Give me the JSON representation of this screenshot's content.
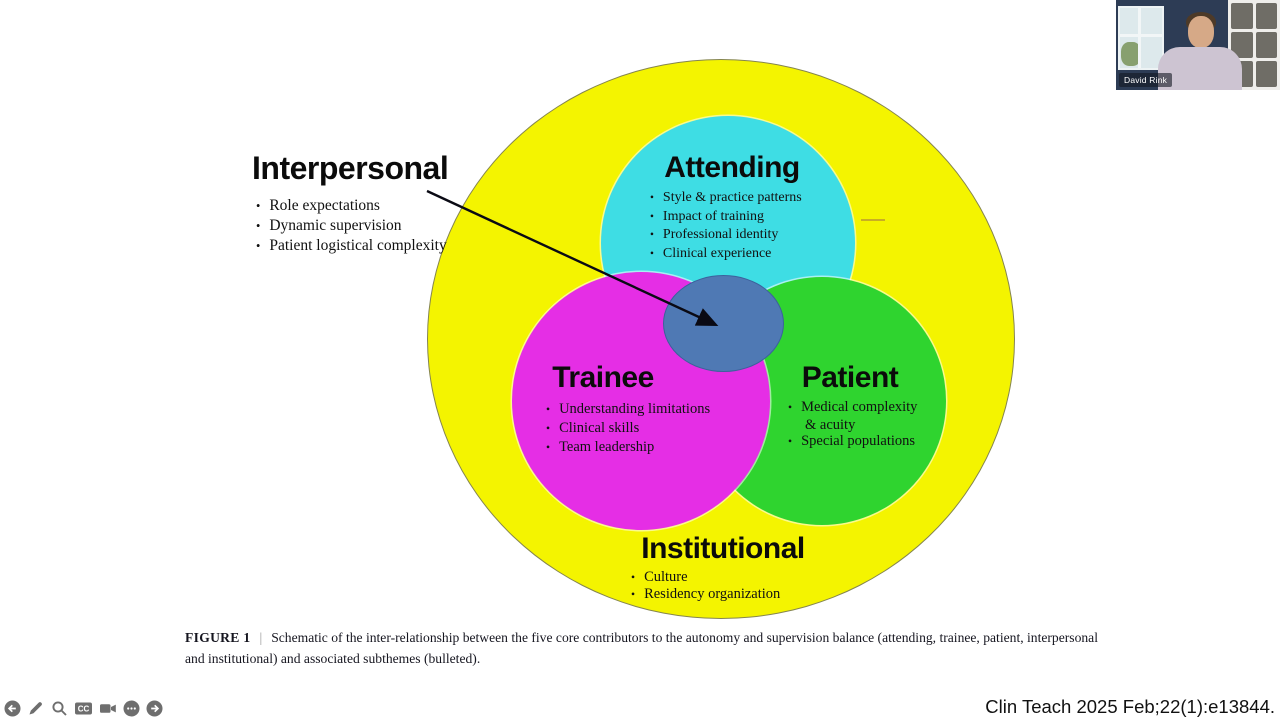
{
  "diagram": {
    "interpersonal": {
      "heading": "Interpersonal",
      "bullets": [
        "Role expectations",
        "Dynamic supervision",
        "Patient logistical complexity"
      ]
    },
    "attending": {
      "heading": "Attending",
      "bullets": [
        "Style & practice patterns",
        "Impact of training",
        "Professional identity",
        "Clinical experience"
      ]
    },
    "trainee": {
      "heading": "Trainee",
      "bullets": [
        "Understanding limitations",
        "Clinical skills",
        "Team leadership"
      ]
    },
    "patient": {
      "heading": "Patient",
      "bullets": [
        "Medical complexity & acuity",
        "Special populations"
      ]
    },
    "institutional": {
      "heading": "Institutional",
      "bullets": [
        "Culture",
        "Residency organization"
      ]
    },
    "colors": {
      "outer": "#f4f400",
      "attending": "#3edde4",
      "trainee": "#e52ee5",
      "patient": "#2fd42f",
      "overlap": "#4f79b4",
      "highlight_dash": "#c9ae23"
    }
  },
  "caption": {
    "label": "FIGURE 1",
    "separator": "|",
    "text": "Schematic of the inter-relationship between the five core contributors to the autonomy and supervision balance (attending, trainee, patient, interpersonal and institutional) and associated subthemes (bulleted)."
  },
  "citation": "Clin Teach 2025 Feb;22(1):e13844.",
  "webcam": {
    "name_label": "David Rink"
  },
  "toolbar": {
    "cc_label": "CC",
    "icons": [
      "previous",
      "annotate-pencil",
      "search",
      "closed-captions",
      "camera",
      "more-options",
      "next"
    ]
  }
}
